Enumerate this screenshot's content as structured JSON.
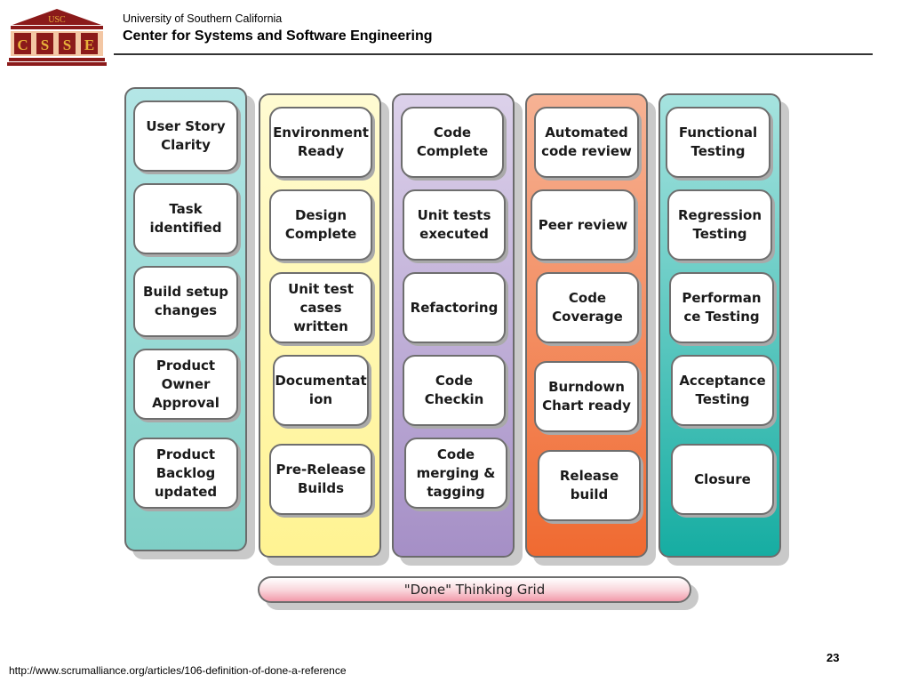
{
  "header": {
    "logo_text": "USC",
    "logo_letters": [
      "C",
      "S",
      "S",
      "E"
    ],
    "university": "University of Southern California",
    "center": "Center for Systems and Software Engineering"
  },
  "colors": {
    "logo_maroon": "#8b1a1a",
    "logo_gold": "#e8b13a",
    "column_1": "#7fcfc6",
    "column_2": "#fff392",
    "column_3": "#a58fc6",
    "column_4": "#f06a31",
    "column_5": "#16ada2",
    "done_bar": "#f29aaa"
  },
  "grid": {
    "columns": [
      {
        "cards": [
          "User Story Clarity",
          "Task identified",
          "Build setup changes",
          "Product Owner Approval",
          "Product Backlog updated"
        ]
      },
      {
        "cards": [
          "Environment Ready",
          "Design Complete",
          "Unit test cases written",
          "Documentat ion",
          "Pre-Release Builds"
        ]
      },
      {
        "cards": [
          "Code Complete",
          "Unit tests executed",
          "Refactoring",
          "Code Checkin",
          "Code merging & tagging"
        ]
      },
      {
        "cards": [
          "Automated code review",
          "Peer review",
          "Code Coverage",
          "Burndown Chart ready",
          "Release build"
        ]
      },
      {
        "cards": [
          "Functional Testing",
          "Regression Testing",
          "Performan ce Testing",
          "Acceptance Testing",
          "Closure"
        ]
      }
    ],
    "footer_label": "\"Done\" Thinking Grid"
  },
  "footer": {
    "page_number": "23",
    "source_url": "http://www.scrumalliance.org/articles/106-definition-of-done-a-reference"
  }
}
